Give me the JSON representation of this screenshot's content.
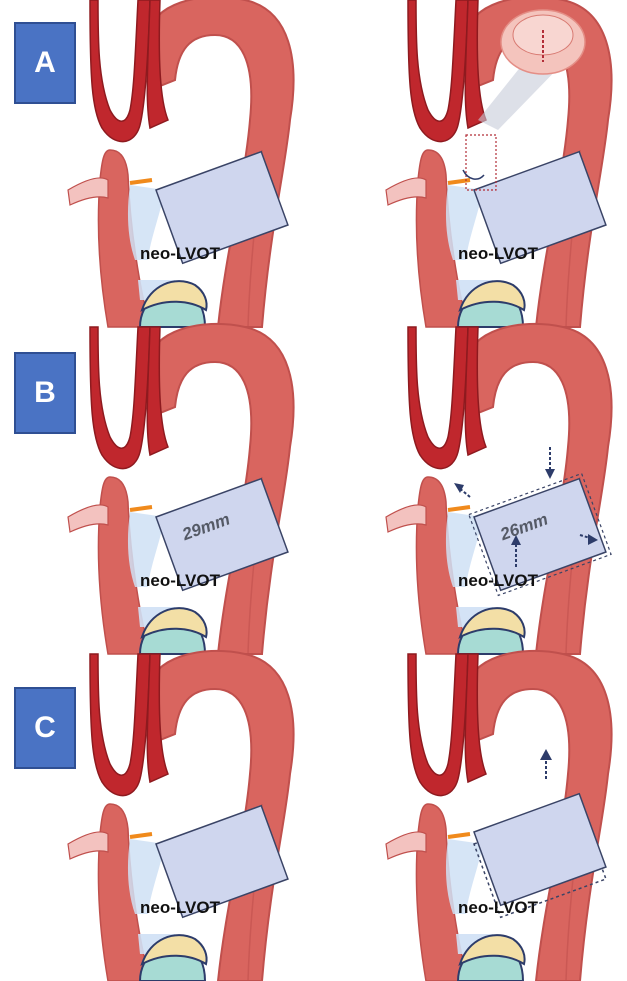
{
  "colors": {
    "vessel": "#d9655f",
    "vessel_dark": "#c0504d",
    "artery": "#c0272d",
    "device_fill": "#cfd6ee",
    "device_stroke": "#3a4466",
    "outflow": "#cfe0f5",
    "leaflet": "#f3dfa6",
    "valve_blue": "#a7dbd4",
    "anchor": "#f08a1c",
    "badge": "#4a73c4"
  },
  "rows": [
    {
      "label": "A",
      "left": {
        "text": "neo-LVOT",
        "measurement": ""
      },
      "right": {
        "text": "neo-LVOT",
        "measurement": ""
      }
    },
    {
      "label": "B",
      "left": {
        "text": "neo-LVOT",
        "measurement": "29mm"
      },
      "right": {
        "text": "neo-LVOT",
        "measurement": "26mm"
      }
    },
    {
      "label": "C",
      "left": {
        "text": "neo-LVOT",
        "measurement": ""
      },
      "right": {
        "text": "neo-LVOT",
        "measurement": ""
      }
    }
  ]
}
